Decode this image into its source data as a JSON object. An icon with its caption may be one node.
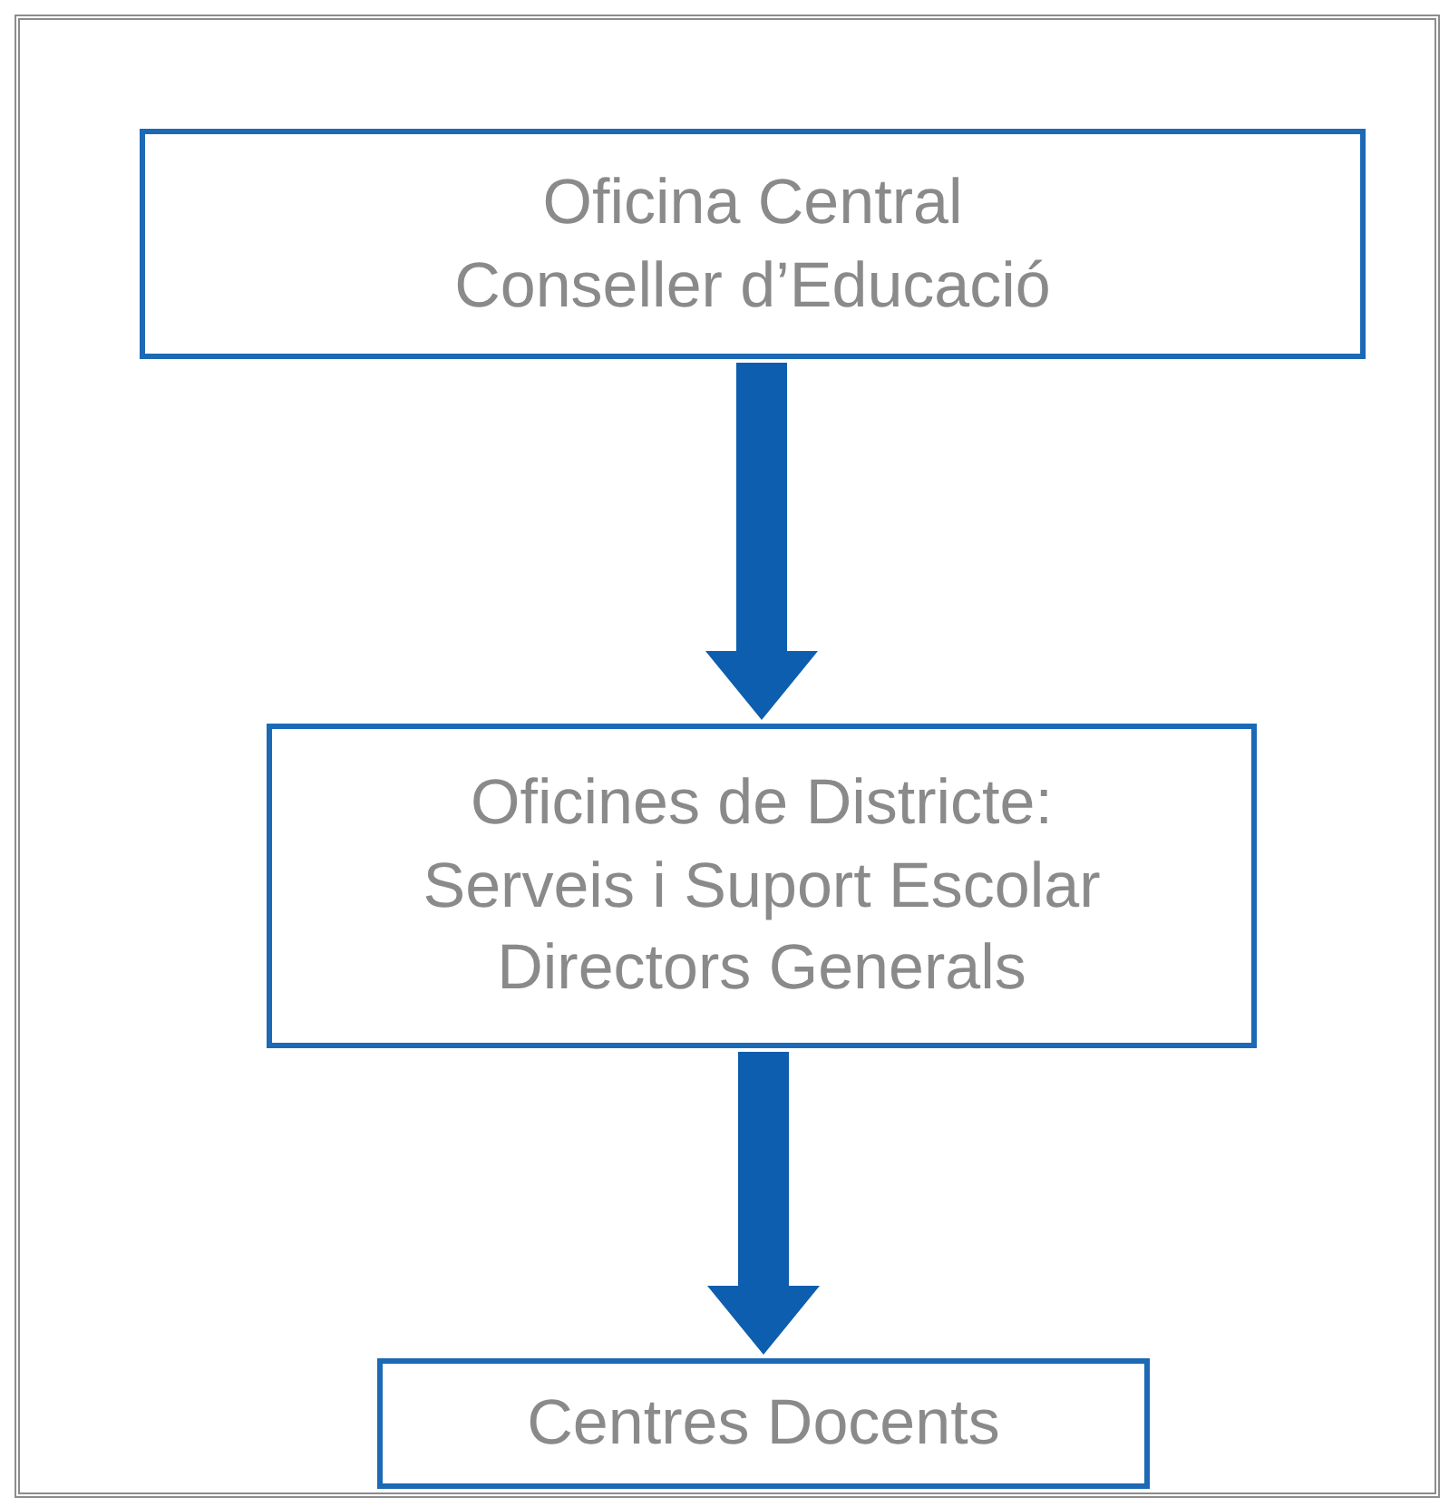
{
  "diagram": {
    "nodes": [
      {
        "text": [
          "Oficina Central",
          "Conseller d’Educació"
        ]
      },
      {
        "text": [
          "Oficines de Districte:",
          "Serveis i Suport Escolar",
          "Directors Generals"
        ]
      },
      {
        "text": [
          "Centres Docents"
        ]
      }
    ],
    "edges": [
      {
        "from": 0,
        "to": 1,
        "arrow": "to",
        "style": "thick"
      },
      {
        "from": 1,
        "to": 2,
        "arrow": "to",
        "style": "thick"
      }
    ]
  }
}
